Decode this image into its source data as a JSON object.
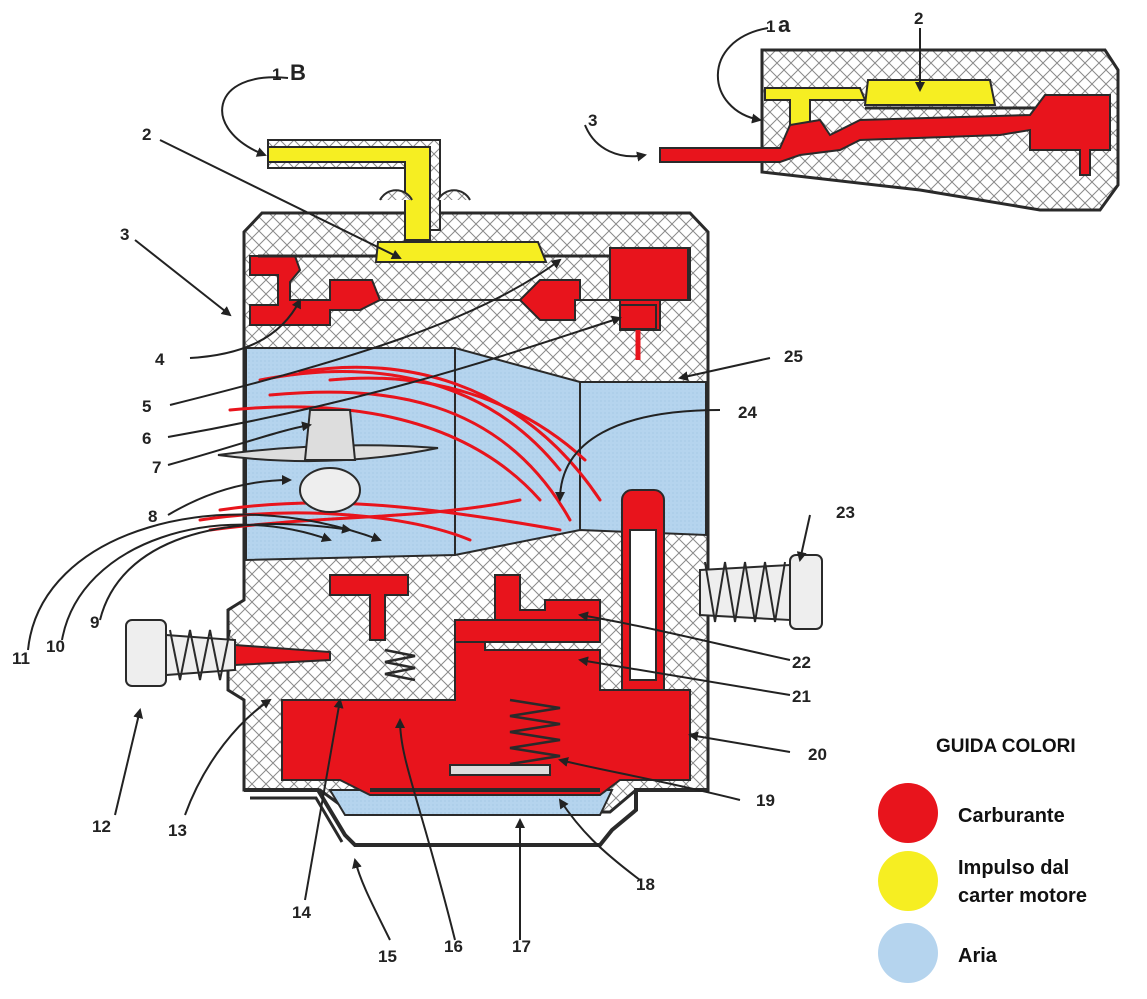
{
  "diagram": {
    "part_numbers": {
      "n1": "1",
      "n1_suffix_main": "B",
      "n1_suffix_inset": "a",
      "n2": "2",
      "n3": "3",
      "n4": "4",
      "n5": "5",
      "n6": "6",
      "n7": "7",
      "n8": "8",
      "n9": "9",
      "n10": "10",
      "n11": "11",
      "n12": "12",
      "n13": "13",
      "n14": "14",
      "n15": "15",
      "n16": "16",
      "n17": "17",
      "n18": "18",
      "n19": "19",
      "n20": "20",
      "n21": "21",
      "n22": "22",
      "n23": "23",
      "n24": "24",
      "n25": "25"
    }
  },
  "legend": {
    "title": "GUIDA COLORI",
    "items": [
      {
        "line1": "Carburante",
        "line2": "",
        "color": "#e8141c"
      },
      {
        "line1": "Impulso dal",
        "line2": "carter motore",
        "color": "#f6ee22"
      },
      {
        "line1": "Aria",
        "line2": "",
        "color": "#b5d4ee"
      }
    ]
  },
  "colors": {
    "fuel": "#e8141c",
    "impulse": "#f6ee22",
    "air": "#b5d4ee",
    "body": "#ffffff",
    "outline": "#2a2a2a"
  }
}
